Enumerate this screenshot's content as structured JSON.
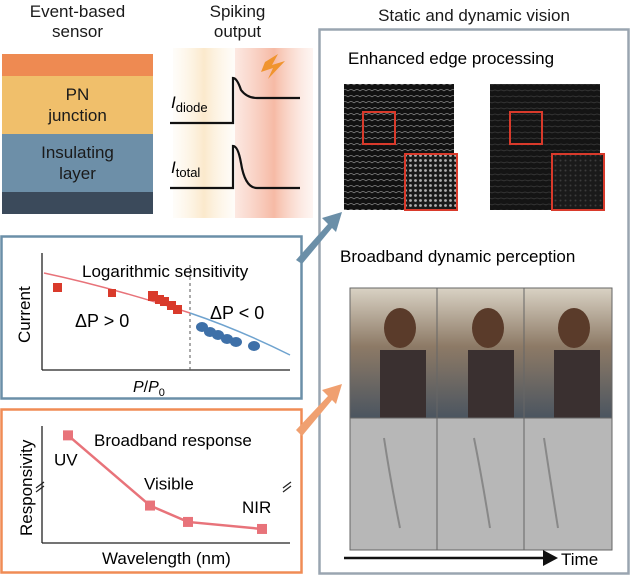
{
  "sensor": {
    "title_line1": "Event-based",
    "title_line2": "sensor",
    "layer1_line1": "PN",
    "layer1_line2": "junction",
    "layer2_line1": "Insulating",
    "layer2_line2": "layer"
  },
  "spiking": {
    "title_line1": "Spiking",
    "title_line2": "output",
    "diode_label": "I",
    "diode_sub": "diode",
    "total_label": "I",
    "total_sub": "total",
    "flash_icon": "lightning-icon"
  },
  "vision": {
    "title": "Static and dynamic vision",
    "edge_title": "Enhanced edge processing",
    "dynamic_title": "Broadband dynamic perception",
    "time_label": "Time"
  },
  "log_panel": {
    "title": "Logarithmic sensitivity",
    "ylabel": "Current",
    "xlabel_main": "P",
    "xlabel_slash": "/",
    "xlabel_p0": "P",
    "xlabel_sub": "0",
    "delta_pos": "ΔP > 0",
    "delta_neg": "ΔP < 0"
  },
  "chart_data": {
    "type": "line",
    "title": "Broadband response",
    "xlabel": "Wavelength (nm)",
    "ylabel": "Responsivity",
    "categories": [
      "UV",
      "Visible",
      "",
      "NIR"
    ],
    "values": [
      0.92,
      0.32,
      0.18,
      0.12
    ],
    "ylim": [
      0,
      1
    ],
    "point_labels": [
      "UV",
      "Visible",
      "",
      "NIR"
    ],
    "series_color": "#e8737a"
  },
  "colors": {
    "orange_layer": "#ee8a52",
    "pn_layer": "#f0bf6b",
    "insulating_layer": "#6d8fa8",
    "bottom_layer": "#3b4a5b",
    "panel_border_grey": "#9aa5b1",
    "panel_border_blue": "#6b8fa8",
    "panel_border_orange": "#f08c55",
    "red_accent": "#d93a2b",
    "blue_accent": "#3e70a8"
  }
}
